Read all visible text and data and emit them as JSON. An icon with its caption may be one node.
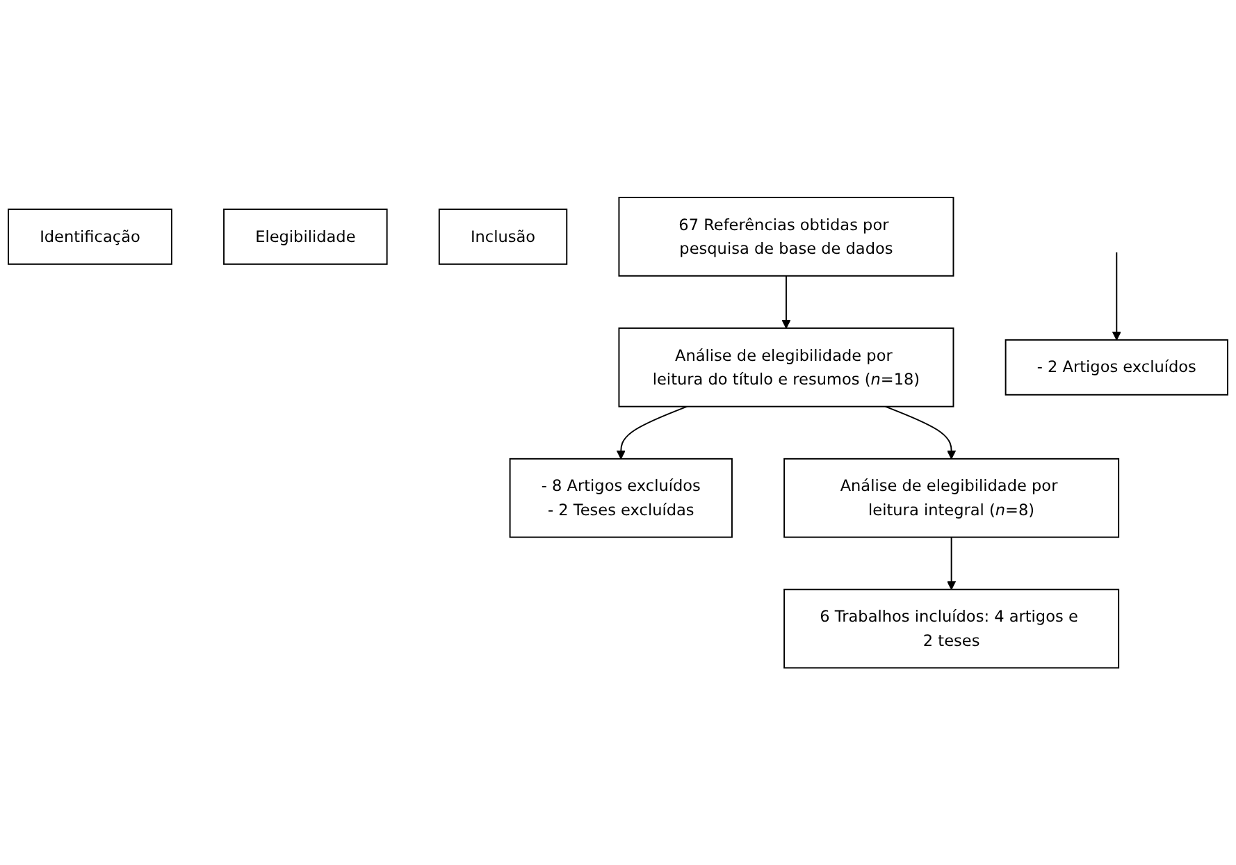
{
  "diagram": {
    "nodes": [
      {
        "text": [
          "Identificação"
        ]
      },
      {
        "text": [
          "Elegibilidade"
        ]
      },
      {
        "text": [
          "Inclusão"
        ]
      },
      {
        "text": [
          "67 Referências obtidas por pesquisa de base de dados"
        ]
      },
      {
        "text": [
          "Análise de elegibilidade por leitura do título e resumos (*n*=18)"
        ]
      },
      {
        "text": [
          "- 8 Artigos excluídos",
          "- 2 Teses excluídas"
        ]
      },
      {
        "text": [
          "Análise de elegibilidade por leitura integral (*n*=8)"
        ]
      },
      {
        "text": [
          "- 2 Artigos excluídos"
        ]
      },
      {
        "text": [
          "6 Trabalhos incluídos: 4 artigos e 2 teses"
        ]
      }
    ],
    "edges": [
      {
        "from": 3,
        "to": 4,
        "arrow": "to"
      },
      {
        "from": 4,
        "to": 5,
        "arrow": "to"
      },
      {
        "from": 4,
        "to": 6,
        "arrow": "to"
      },
      {
        "from": null,
        "to": 7,
        "arrow": "to"
      },
      {
        "from": 6,
        "to": 8,
        "arrow": "to"
      }
    ]
  }
}
